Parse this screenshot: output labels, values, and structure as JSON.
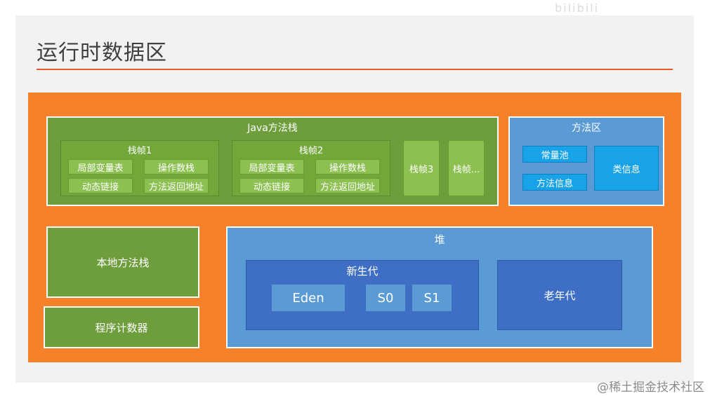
{
  "title": "运行时数据区",
  "watermark_top": "bilibili",
  "watermark_bottom": "@稀土掘金技术社区",
  "java_stack": {
    "label": "Java方法栈",
    "frame1": {
      "label": "栈帧1",
      "local_vars": "局部变量表",
      "operand_stack": "操作数栈",
      "dynamic_link": "动态链接",
      "return_addr": "方法返回地址"
    },
    "frame2": {
      "label": "栈帧2",
      "local_vars": "局部变量表",
      "operand_stack": "操作数栈",
      "dynamic_link": "动态链接",
      "return_addr": "方法返回地址"
    },
    "frame3": "栈帧3",
    "frame_more": "栈帧..."
  },
  "method_area": {
    "label": "方法区",
    "constant_pool": "常量池",
    "method_info": "方法信息",
    "class_info": "类信息"
  },
  "native_stack": "本地方法栈",
  "program_counter": "程序计数器",
  "heap": {
    "label": "堆",
    "young_gen": {
      "label": "新生代",
      "eden": "Eden",
      "s0": "S0",
      "s1": "S1"
    },
    "old_gen": "老年代"
  },
  "colors": {
    "background_orange": "#f5822a",
    "green": "#6e9e3b",
    "blue": "#5b9bd5",
    "dark_blue": "#3f6fc4",
    "cyan": "#18a3e8",
    "title_rule": "#e8582a"
  }
}
